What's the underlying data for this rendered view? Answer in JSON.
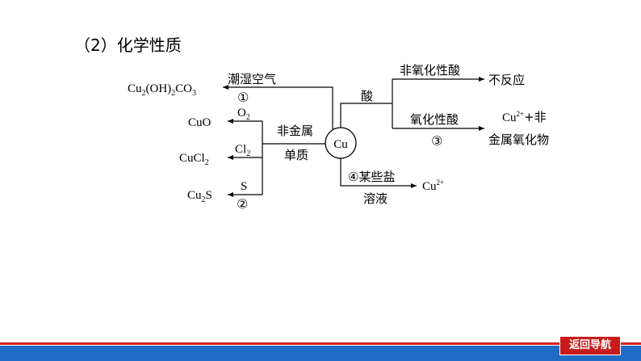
{
  "title": "（2）化学性质",
  "center": "Cu",
  "left": {
    "humid_air_label": "潮湿空气",
    "humid_air_num": "①",
    "nonmetal_label_line1": "非金属",
    "nonmetal_label_line2": "单质",
    "o2_base": "O",
    "o2_sub": "2",
    "cl2_base": "Cl",
    "cl2_sub": "2",
    "s_label": "S",
    "s_num": "②",
    "products": {
      "basic_carbonate": {
        "a": "Cu",
        "a_sub": "2",
        "b": "(OH)",
        "b_sub": "2",
        "c": "CO",
        "c_sub": "3"
      },
      "cuo": "CuO",
      "cucl2_base": "CuCl",
      "cucl2_sub": "2",
      "cu2s_base": "Cu",
      "cu2s_sub": "2",
      "cu2s_end": "S"
    }
  },
  "right": {
    "acid_label": "酸",
    "nonoxidizing_acid": "非氧化性酸",
    "no_reaction": "不反应",
    "oxidizing_acid": "氧化性酸",
    "oxidizing_num": "③",
    "cu2plus_base": "Cu",
    "cu2plus_sup": "2+",
    "cu2plus_tail": "+非",
    "nonmetal_oxide": "金属氧化物",
    "salt_label": "④某些盐",
    "salt_solution": "溶液",
    "salt_product_base": "Cu",
    "salt_product_sup": "2+"
  },
  "footer": {
    "nav_button": "返回导航"
  },
  "colors": {
    "footer_blue": "#1f6cc4",
    "footer_red": "#d72020",
    "nav_button": "#c81c1c"
  }
}
